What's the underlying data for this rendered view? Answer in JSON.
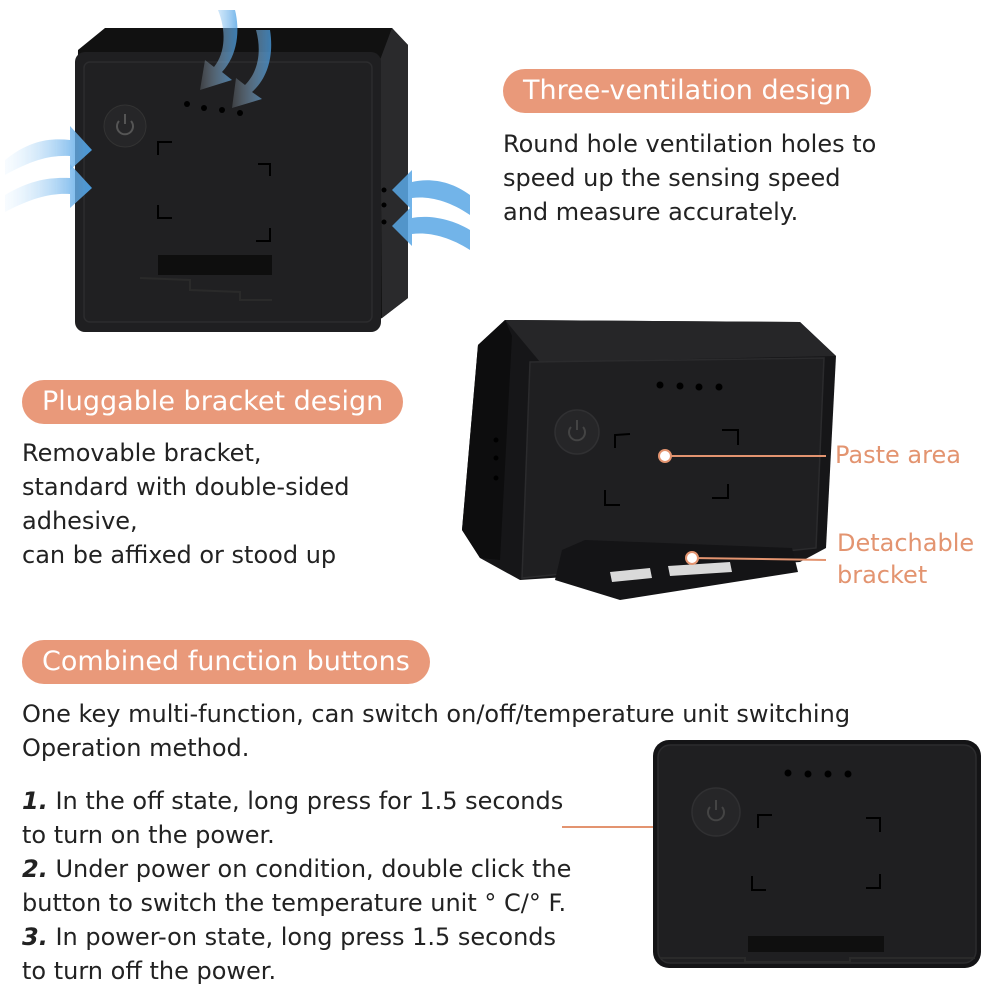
{
  "sections": {
    "ventilation": {
      "heading": "Three-ventilation design",
      "body": [
        "Round hole ventilation holes to",
        "speed up the sensing speed",
        "and measure accurately."
      ]
    },
    "bracket": {
      "heading": "Pluggable bracket design",
      "body": [
        "Removable bracket,",
        "standard with double-sided",
        "adhesive,",
        "can be affixed or stood up"
      ]
    },
    "buttons": {
      "heading": "Combined function buttons",
      "intro": [
        "One key multi-function, can switch on/off/temperature unit switching",
        "Operation method."
      ],
      "steps": [
        {
          "num": "1.",
          "lines": [
            "In the off state, long press for 1.5 seconds",
            "to turn on the power."
          ]
        },
        {
          "num": "2.",
          "lines": [
            "Under power on condition, double click the",
            "button to switch the temperature unit ° C/° F."
          ]
        },
        {
          "num": "3.",
          "lines": [
            "In power-on state, long press 1.5 seconds",
            "to turn off the power."
          ]
        }
      ]
    }
  },
  "callouts": {
    "paste_area": "Paste area",
    "detachable": [
      "Detachable",
      "bracket"
    ]
  },
  "colors": {
    "accent": "#e9997a",
    "callout_text": "#e39470",
    "device": "#1c1c1e",
    "airflow": "#5aa8e6"
  },
  "icons": [
    "power-icon",
    "airflow-arrow-icon"
  ]
}
